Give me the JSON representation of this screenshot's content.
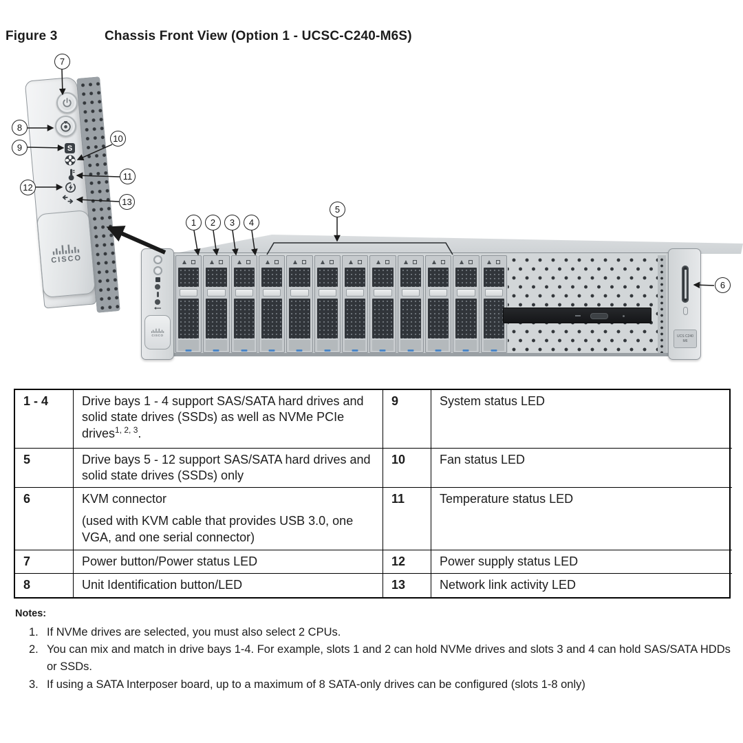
{
  "figure": {
    "label": "Figure 3",
    "title": "Chassis Front View (Option 1 - UCSC-C240-M6S)"
  },
  "diagram": {
    "callouts": [
      "1",
      "2",
      "3",
      "4",
      "5",
      "6",
      "7",
      "8",
      "9",
      "10",
      "11",
      "12",
      "13"
    ],
    "drive_bay_count": 12,
    "panel": {
      "s_badge": "S",
      "icons": [
        "power-button",
        "unit-identification-button",
        "system-status-led",
        "fan-status-led",
        "temperature-status-led",
        "power-supply-status-led",
        "network-activity-led"
      ]
    },
    "cisco_logo_text": "CISCO",
    "model_plate_text": "UCS C240 M6",
    "colors": {
      "chassis_face": "#ced2d5",
      "bezel": "#e0e3e5",
      "perforation_dark": "#31353a",
      "callout_stroke": "#222222",
      "bay_number_accent": "#4a86c8"
    }
  },
  "legend_table": {
    "rows": [
      {
        "key_left": "1 - 4",
        "desc_left": "Drive bays 1 - 4 support SAS/SATA hard drives and solid state drives (SSDs) as well as NVMe PCIe drives",
        "desc_left_sup": "1, 2, 3",
        "desc_left_end": ".",
        "key_right": "9",
        "desc_right": "System status LED"
      },
      {
        "key_left": "5",
        "desc_left": "Drive bays 5 - 12 support SAS/SATA hard drives and solid state drives (SSDs) only",
        "key_right": "10",
        "desc_right": "Fan status LED"
      },
      {
        "key_left": "6",
        "desc_left": "KVM connector",
        "desc_left_para2": "(used with KVM cable that provides USB 3.0, one VGA, and one serial connector)",
        "key_right": "11",
        "desc_right": "Temperature status LED"
      },
      {
        "key_left": "7",
        "desc_left": "Power button/Power status LED",
        "key_right": "12",
        "desc_right": "Power supply status LED"
      },
      {
        "key_left": "8",
        "desc_left": "Unit Identification button/LED",
        "key_right": "13",
        "desc_right": "Network link activity LED"
      }
    ]
  },
  "notes": {
    "heading": "Notes:",
    "items": [
      {
        "num": "1.",
        "text": "If NVMe drives are selected, you must also select 2 CPUs."
      },
      {
        "num": "2.",
        "text": "You can mix and match in drive bays 1-4. For example, slots 1 and 2 can hold NVMe drives and slots 3 and 4 can hold SAS/SATA HDDs or SSDs."
      },
      {
        "num": "3.",
        "text": "If using a SATA Interposer board, up to a maximum of 8 SATA-only drives can be configured (slots 1-8 only)"
      }
    ]
  }
}
